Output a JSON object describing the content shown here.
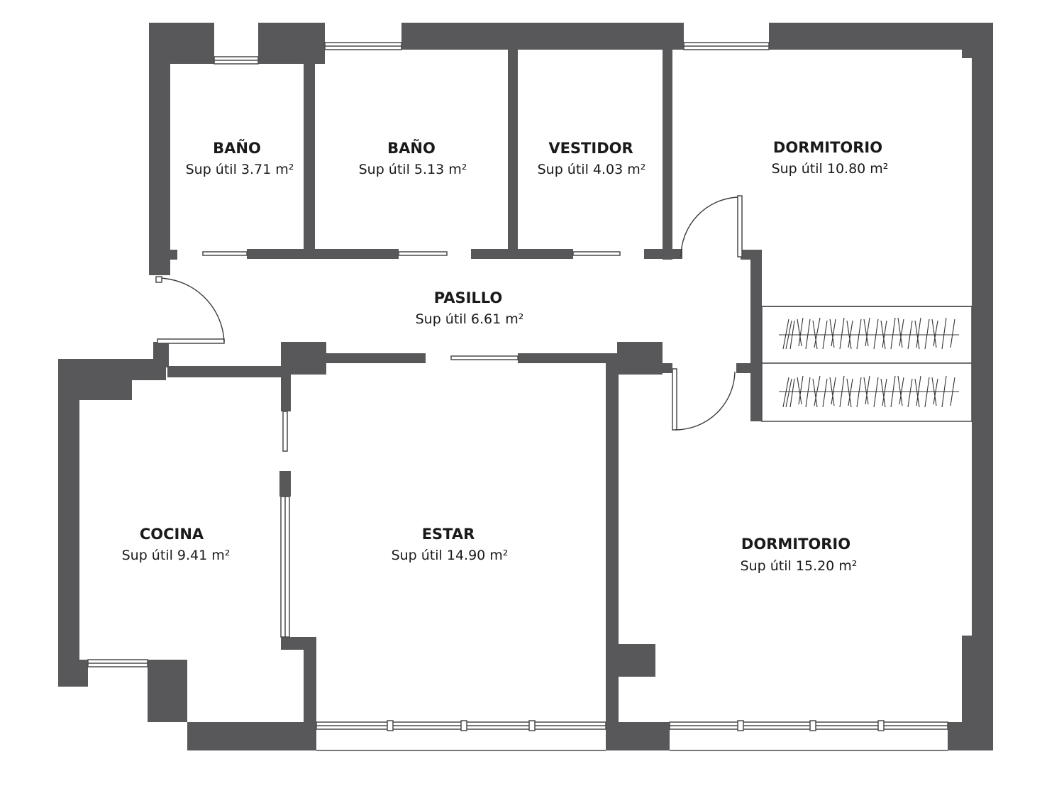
{
  "rooms": [
    {
      "id": "bano-1",
      "name": "BAÑO",
      "area": "Sup útil 3.71 m²"
    },
    {
      "id": "bano-2",
      "name": "BAÑO",
      "area": "Sup útil 5.13 m²"
    },
    {
      "id": "vestidor",
      "name": "VESTIDOR",
      "area": "Sup útil 4.03 m²"
    },
    {
      "id": "dormitorio-1",
      "name": "DORMITORIO",
      "area": "Sup útil 10.80 m²"
    },
    {
      "id": "pasillo",
      "name": "PASILLO",
      "area": "Sup útil 6.61 m²"
    },
    {
      "id": "cocina",
      "name": "COCINA",
      "area": "Sup útil 9.41 m²"
    },
    {
      "id": "estar",
      "name": "ESTAR",
      "area": "Sup útil 14.90 m²"
    },
    {
      "id": "dormitorio-2",
      "name": "DORMITORIO",
      "area": "Sup útil 15.20 m²"
    }
  ],
  "colors": {
    "wall": "#58585a",
    "background": "#ffffff",
    "text": "#1a1a1a"
  }
}
